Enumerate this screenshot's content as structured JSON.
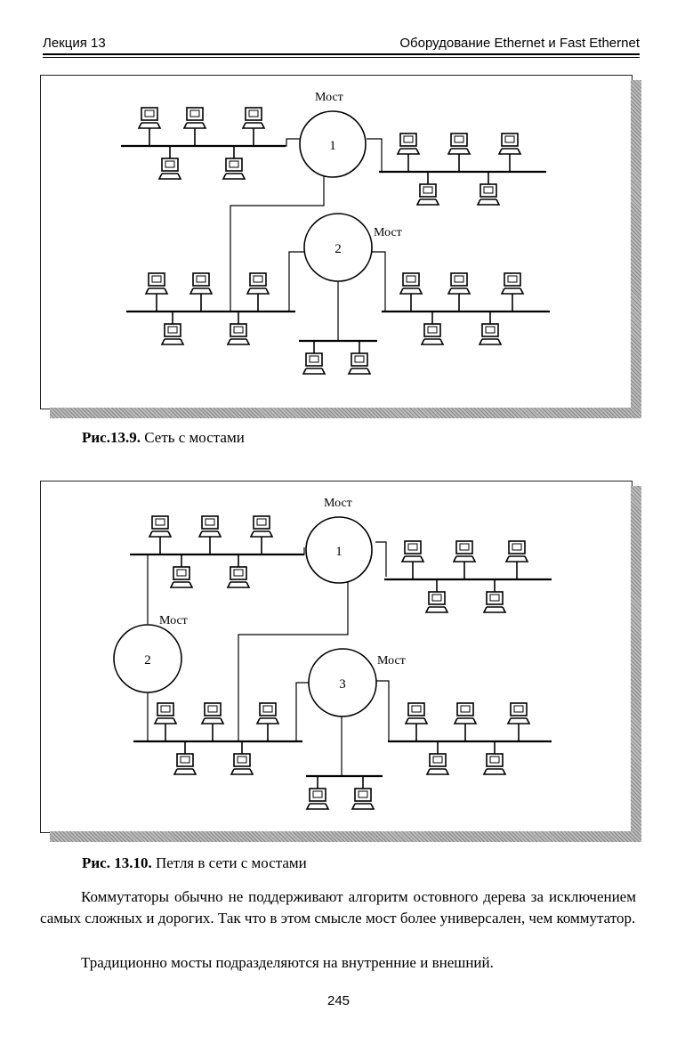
{
  "header": {
    "left": "Лекция 13",
    "right": "Оборудование Ethernet и Fast Ethernet"
  },
  "figure1": {
    "caption_num": "Рис.13.9.",
    "caption_text": "Сеть с мостами",
    "bridge_label": "Мост",
    "bridge1": "1",
    "bridge2": "2"
  },
  "figure2": {
    "caption_num": "Рис. 13.10.",
    "caption_text": "Петля в сети с мостами",
    "bridge_label": "Мост",
    "bridge1": "1",
    "bridge2": "2",
    "bridge3": "3"
  },
  "body": {
    "p1": "Коммутаторы обычно не поддерживают алгоритм остовного дерева за исключением самых сложных и дорогих. Так что в этом смысле мост более универсален, чем коммутатор.",
    "p2": "Традиционно мосты подразделяются на внутренние и внешний."
  },
  "page_number": "245"
}
